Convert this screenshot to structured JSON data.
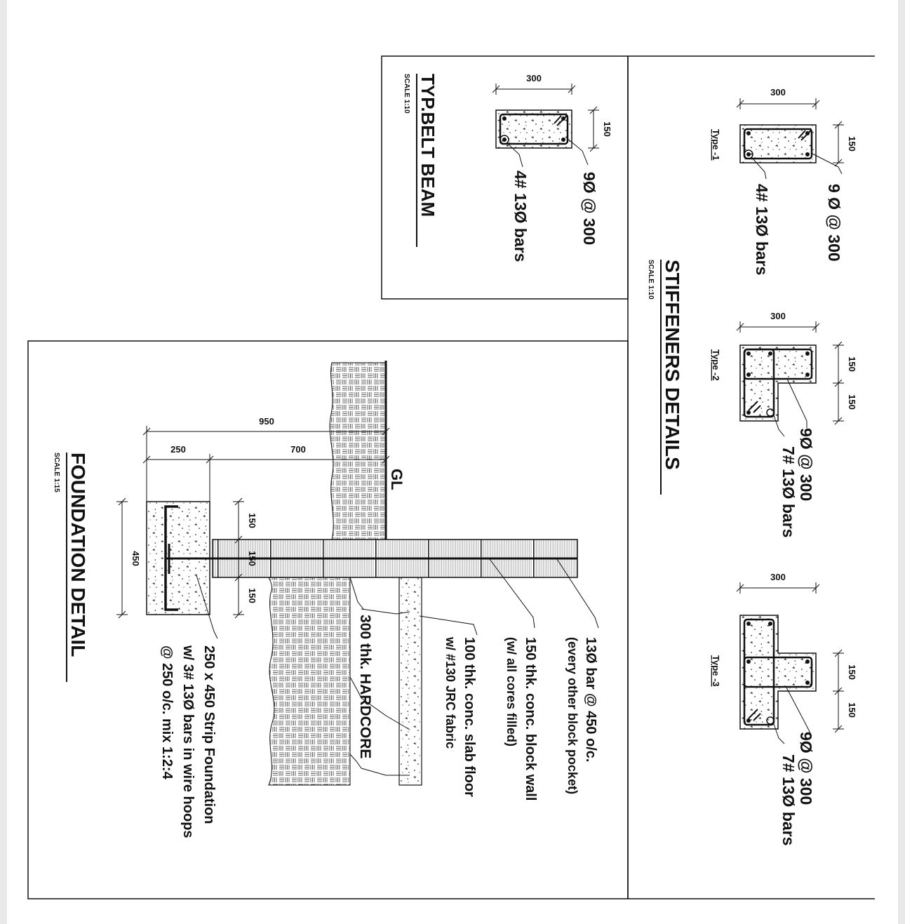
{
  "stiffeners": {
    "title": "STIFFENERS DETAILS",
    "scale": "SCALE 1:10",
    "type1": {
      "label": "Type -1",
      "dim_width": "300",
      "dim_height": "150",
      "link_note": "9 Ø @ 300",
      "bar_note": "4# 13Ø bars"
    },
    "type2": {
      "label": "Type -2",
      "dim_width": "300",
      "dim_height_a": "150",
      "dim_height_b": "150",
      "link_note": "9Ø @ 300",
      "bar_note": "7# 13Ø bars"
    },
    "type3": {
      "label": "Type -3",
      "dim_width": "300",
      "dim_height_a": "150",
      "dim_height_b": "150",
      "link_note": "9Ø @ 300",
      "bar_note": "7# 13Ø bars"
    }
  },
  "belt_beam": {
    "title": "TYP.BELT BEAM",
    "scale": "SCALE 1:10",
    "dim_width": "300",
    "dim_height": "150",
    "link_note": "9Ø @ 300",
    "bar_note": "4# 13Ø bars"
  },
  "foundation": {
    "title": "FOUNDATION DETAIL",
    "scale": "SCALE 1:15",
    "dims": {
      "overall": "950",
      "footing_width": "250",
      "slab_length": "700",
      "footing_depth": "450",
      "layer_top": "150",
      "layer_mid": "150",
      "layer_bottom": "150"
    },
    "ground_level": "GL",
    "notes": {
      "bar": [
        "13Ø bar @ 450 o/c.",
        "(every other block pocket)"
      ],
      "wall": [
        "150 thk. conc. block wall",
        "(w/ all cores filled)"
      ],
      "slab": [
        "100 thk. conc. slab floor",
        "w/ #130 JRC fabric"
      ],
      "hardcore": [
        "300 thk. HARDCORE"
      ],
      "footing": [
        "250 x 450 Strip Foundation",
        "w/ 3# 13Ø bars in wire hoops",
        "@ 250 o/c. mix 1:2:4"
      ]
    }
  }
}
